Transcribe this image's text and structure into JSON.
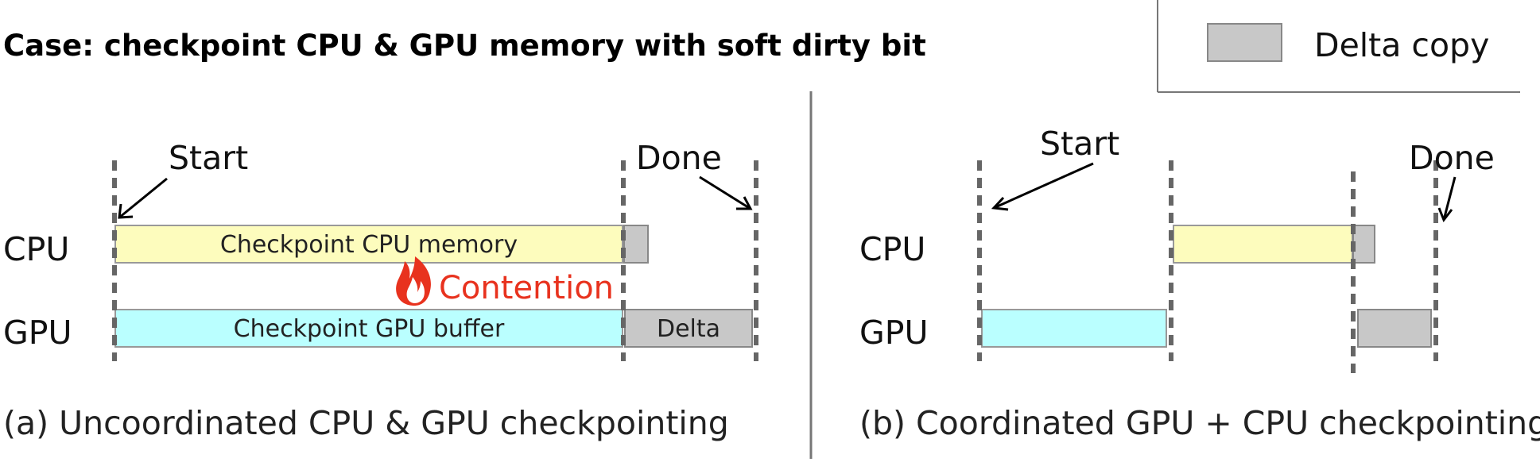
{
  "title": "Case: checkpoint CPU & GPU memory with soft dirty bit",
  "legend": {
    "label": "Delta copy",
    "swatch_color": "#c8c8c8"
  },
  "colors": {
    "cpu_bar": "#fdfcbd",
    "gpu_bar": "#baffff",
    "delta": "#c8c8c8",
    "contention": "#e8321e"
  },
  "panel_a": {
    "row_cpu": "CPU",
    "row_gpu": "GPU",
    "start_label": "Start",
    "done_label": "Done",
    "cpu_bar_label": "Checkpoint  CPU memory",
    "gpu_bar_label": "Checkpoint GPU buffer",
    "delta_label": "Delta",
    "contention_label": "Contention",
    "contention_icon": "fire-icon",
    "caption": "(a) Uncoordinated CPU & GPU checkpointing"
  },
  "panel_b": {
    "row_cpu": "CPU",
    "row_gpu": "GPU",
    "start_label": "Start",
    "done_label": "Done",
    "caption": "(b) Coordinated GPU + CPU checkpointing"
  }
}
